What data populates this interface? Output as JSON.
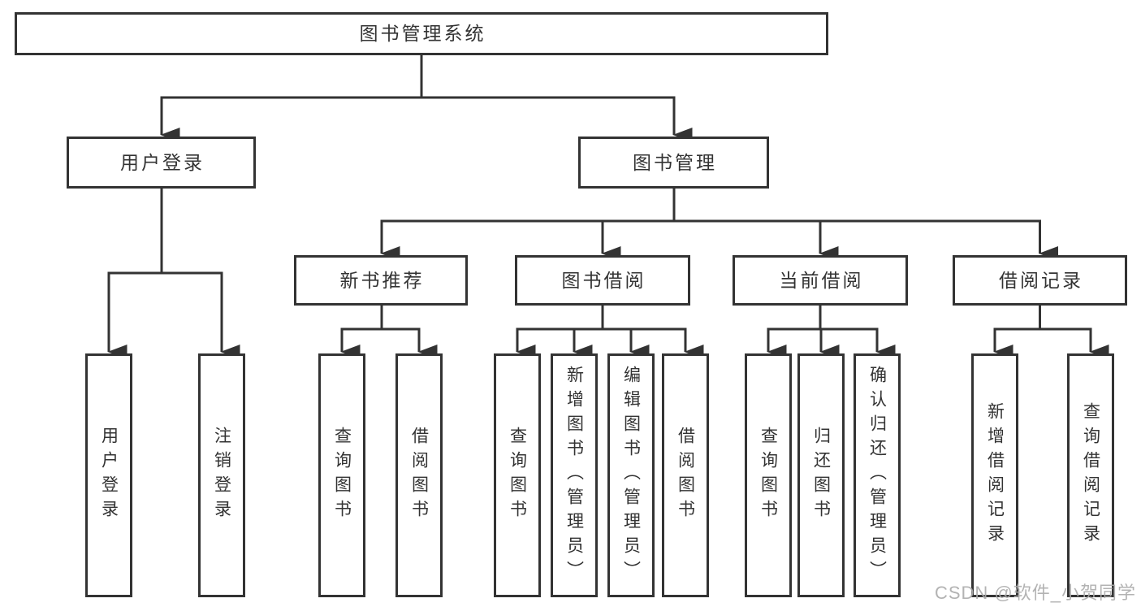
{
  "diagram": {
    "root": {
      "label": "图书管理系统"
    },
    "level1": {
      "user_login": {
        "label": "用户登录"
      },
      "book_management": {
        "label": "图书管理"
      }
    },
    "level2": {
      "new_book_recommend": {
        "label": "新书推荐"
      },
      "book_borrow": {
        "label": "图书借阅"
      },
      "current_borrow": {
        "label": "当前借阅"
      },
      "borrow_records": {
        "label": "借阅记录"
      }
    },
    "leaves": {
      "user_login_children": [
        "用户登录",
        "注销登录"
      ],
      "new_book_recommend_children": [
        "查询图书",
        "借阅图书"
      ],
      "book_borrow_children": [
        "查询图书",
        "新增图书（管理员）",
        "编辑图书（管理员）",
        "借阅图书"
      ],
      "current_borrow_children": [
        "查询图书",
        "归还图书",
        "确认归还（管理员）"
      ],
      "borrow_records_children": [
        "新增借阅记录",
        "查询借阅记录"
      ]
    },
    "watermark": "CSDN @软件_小贺同学",
    "colors": {
      "line": "#333333",
      "text": "#333333",
      "box_background": "#ffffff",
      "watermark": "#ababab",
      "background": "#ffffff"
    }
  }
}
